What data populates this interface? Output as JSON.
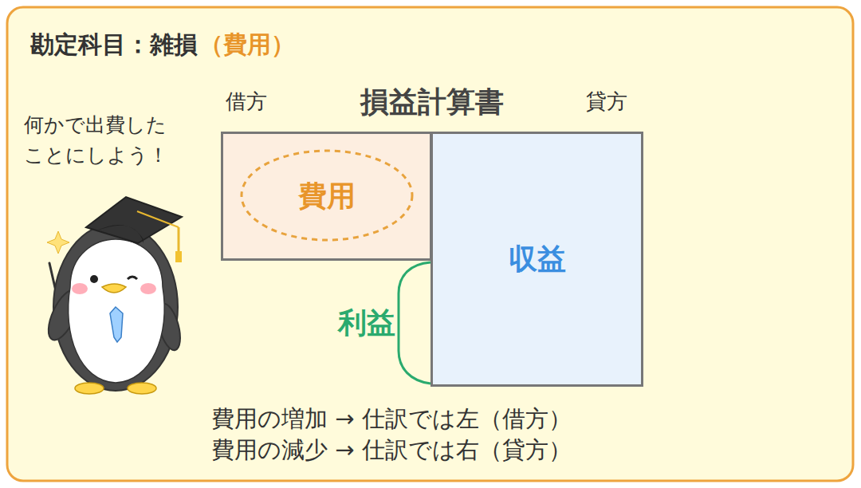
{
  "diagram": {
    "title": "勘定科目：雑損",
    "nodes": [
      {
        "text": [
          "損益計算書"
        ]
      },
      {
        "text": [
          "費用"
        ],
        "in": 0
      },
      {
        "text": [
          "収益"
        ],
        "in": 0
      }
    ],
    "labels": [
      "（費用）",
      "借方",
      "貸方",
      "利益",
      "何かで出費した",
      "ことにしよう！",
      "費用の増加 → 仕訳では左（借方）",
      "費用の減少 → 仕訳では右（貸方）"
    ]
  }
}
